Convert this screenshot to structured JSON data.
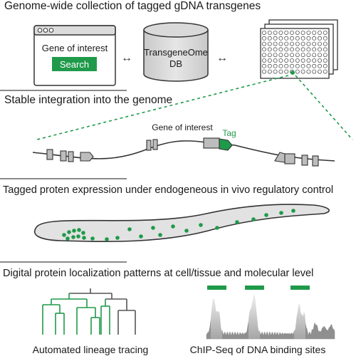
{
  "headings": {
    "collection": "Genome-wide collection of tagged gDNA transgenes",
    "integration": "Stable integration into the genome",
    "expression": "Tagged proten expression under endogeneous in vivo regulatory control",
    "localization": "Digital protein localization patterns at cell/tissue and molecular level"
  },
  "browser": {
    "query_label": "Gene of interest",
    "search_label": "Search"
  },
  "database": {
    "name_line1": "TransgeneOme",
    "name_line2": "DB"
  },
  "arrows": {
    "left": "↔",
    "right": "↔"
  },
  "gene_diagram": {
    "gene_label": "Gene of interest",
    "tag_label": "Tag"
  },
  "panels": {
    "lineage": "Automated lineage tracing",
    "chipseq": "ChIP-Seq of DNA binding sites"
  },
  "colors": {
    "accent_green": "#1f9a4a",
    "panel_gray": "#d4d4d4",
    "outline": "#333333",
    "rule_gray": "#8a8a8a"
  }
}
